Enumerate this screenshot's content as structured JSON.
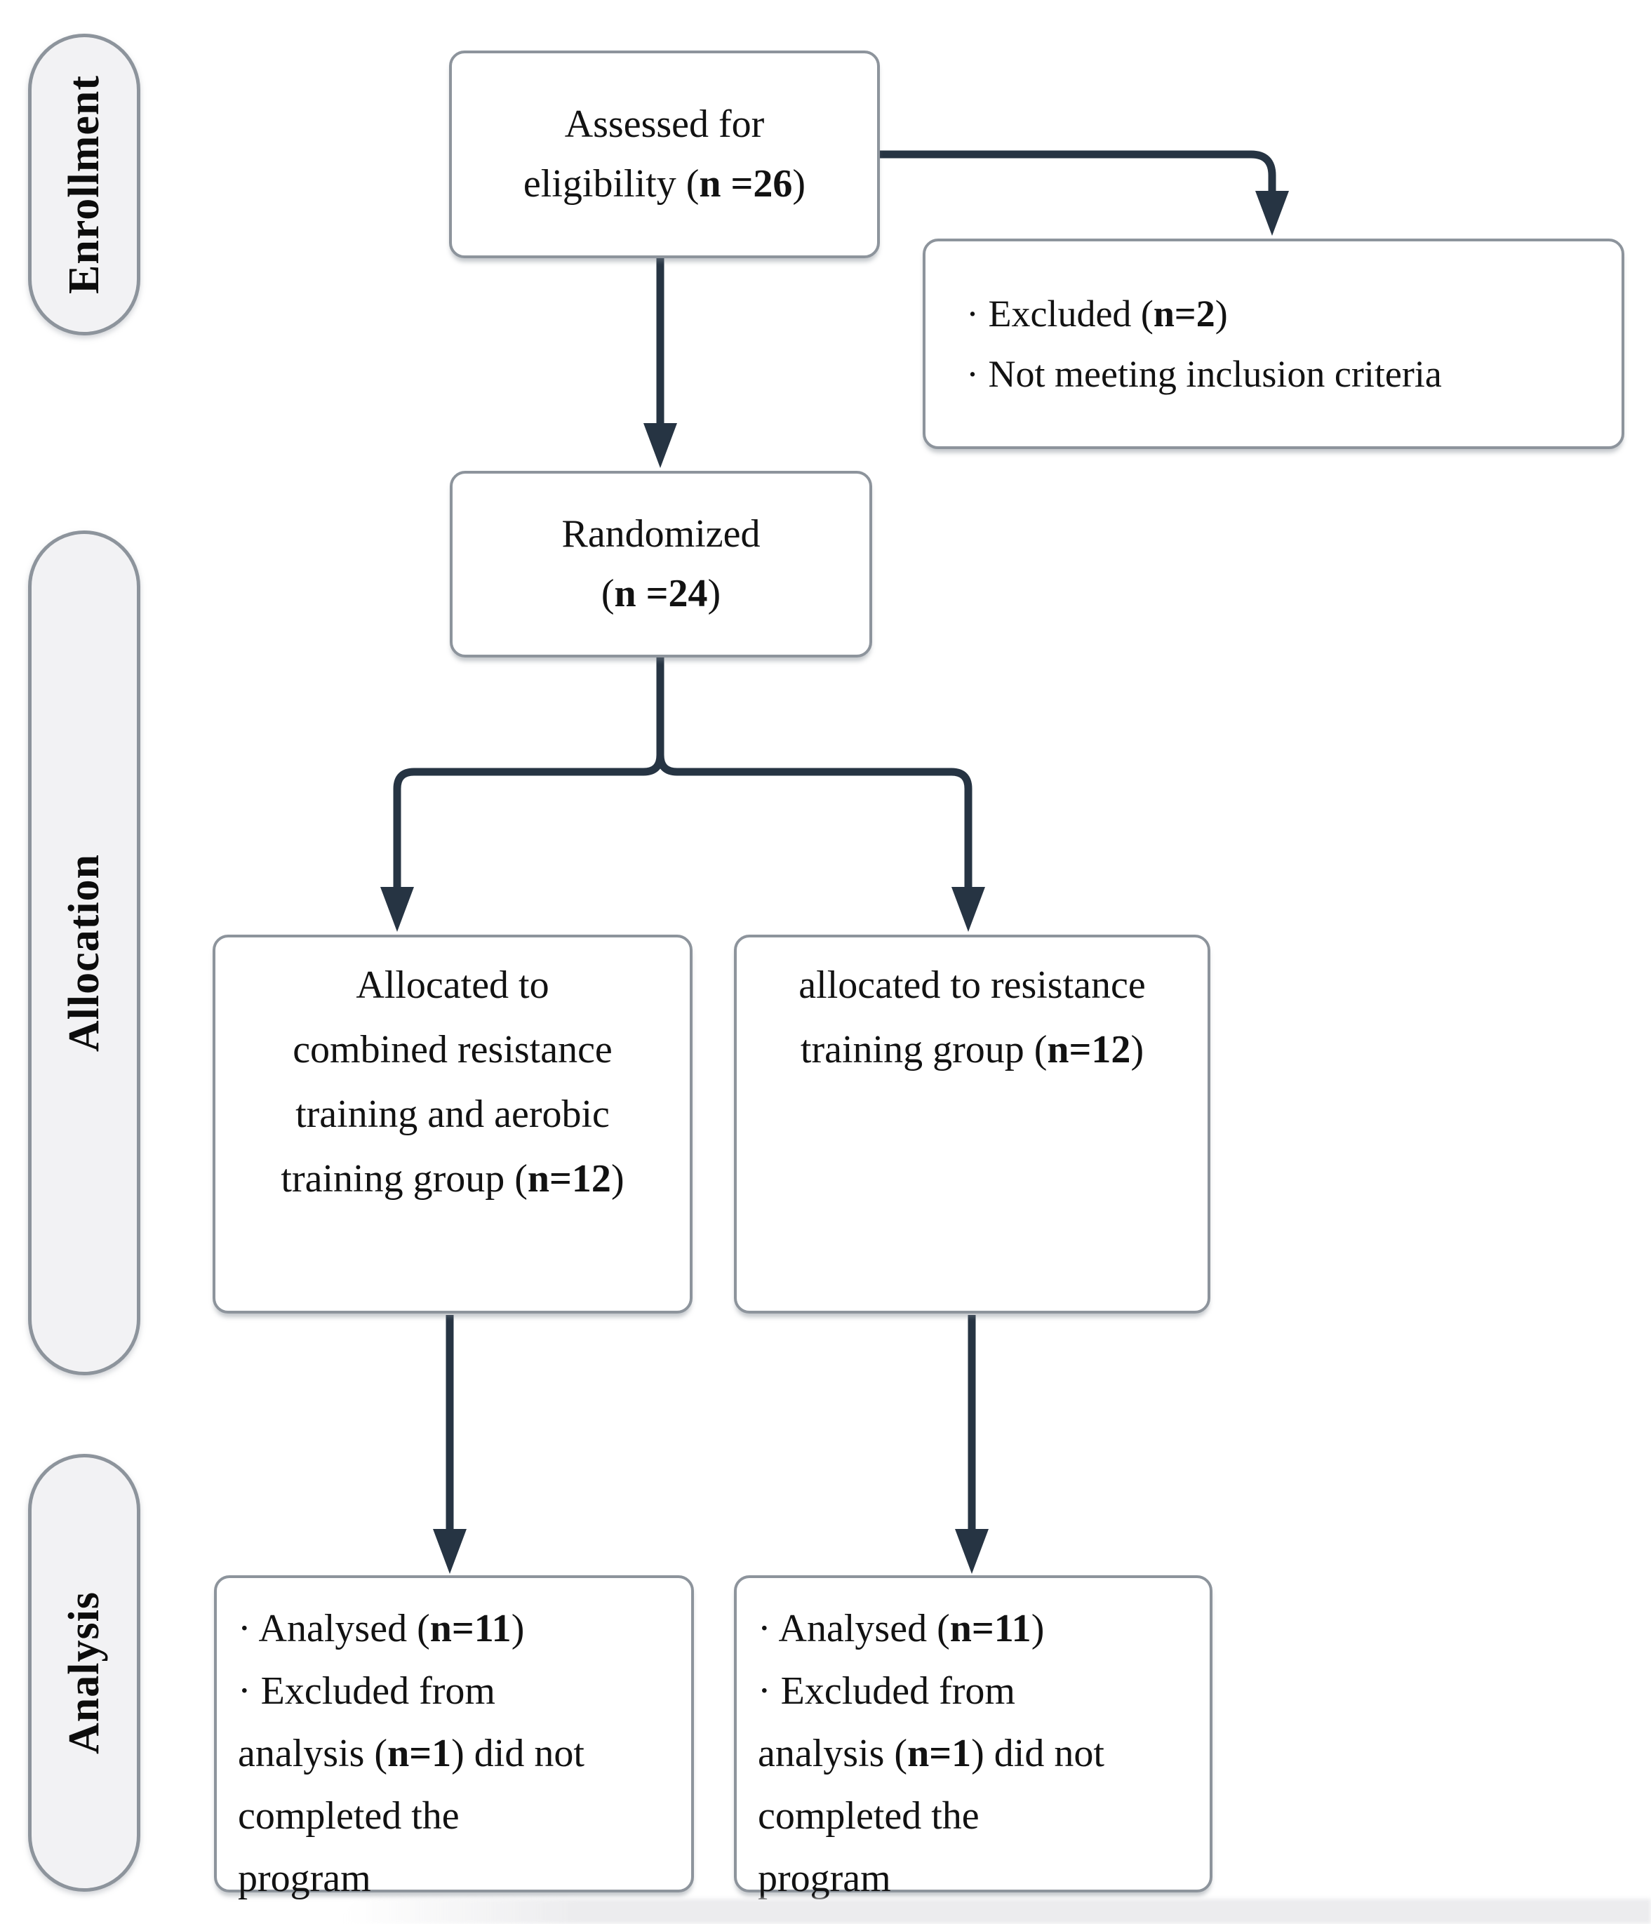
{
  "diagram": {
    "stages": [
      {
        "label": "Enrollment"
      },
      {
        "label": "Allocation"
      },
      {
        "label": "Analysis"
      }
    ],
    "boxes": {
      "assessed": {
        "lines": [
          [
            {
              "t": "Assessed for"
            }
          ],
          [
            {
              "t": "eligibility ("
            },
            {
              "t": "n =26",
              "b": true
            },
            {
              "t": ")"
            }
          ]
        ]
      },
      "excluded": {
        "lines": [
          [
            {
              "t": "· Excluded ("
            },
            {
              "t": "n=2",
              "b": true
            },
            {
              "t": ")"
            }
          ],
          [
            {
              "t": "· Not meeting inclusion criteria"
            }
          ]
        ]
      },
      "randomized": {
        "lines": [
          [
            {
              "t": "Randomized"
            }
          ],
          [
            {
              "t": "("
            },
            {
              "t": "n =24",
              "b": true
            },
            {
              "t": ")"
            }
          ]
        ]
      },
      "allocated_combined": {
        "lines": [
          [
            {
              "t": "Allocated to"
            }
          ],
          [
            {
              "t": "combined resistance"
            }
          ],
          [
            {
              "t": "training and aerobic"
            }
          ],
          [
            {
              "t": "training group ("
            },
            {
              "t": "n=12",
              "b": true
            },
            {
              "t": ")"
            }
          ]
        ]
      },
      "allocated_resistance": {
        "lines": [
          [
            {
              "t": "allocated to resistance"
            }
          ],
          [
            {
              "t": "training group ("
            },
            {
              "t": "n=12",
              "b": true
            },
            {
              "t": ")"
            }
          ]
        ]
      },
      "analysis_left": {
        "lines": [
          [
            {
              "t": "· Analysed ("
            },
            {
              "t": "n=11",
              "b": true
            },
            {
              "t": ")"
            }
          ],
          [
            {
              "t": "· Excluded from"
            }
          ],
          [
            {
              "t": "analysis ("
            },
            {
              "t": "n=1",
              "b": true
            },
            {
              "t": ") did not"
            }
          ],
          [
            {
              "t": "completed the"
            }
          ],
          [
            {
              "t": "program"
            }
          ]
        ]
      },
      "analysis_right": {
        "lines": [
          [
            {
              "t": "· Analysed ("
            },
            {
              "t": "n=11",
              "b": true
            },
            {
              "t": ")"
            }
          ],
          [
            {
              "t": "· Excluded from"
            }
          ],
          [
            {
              "t": "analysis ("
            },
            {
              "t": "n=1",
              "b": true
            },
            {
              "t": ") did not"
            }
          ],
          [
            {
              "t": "completed the"
            }
          ],
          [
            {
              "t": "program"
            }
          ]
        ]
      }
    },
    "colors": {
      "arrow": "#263443",
      "box_border": "#8d949c",
      "pill_fill": "#f2f2f4",
      "text": "#121212"
    }
  }
}
